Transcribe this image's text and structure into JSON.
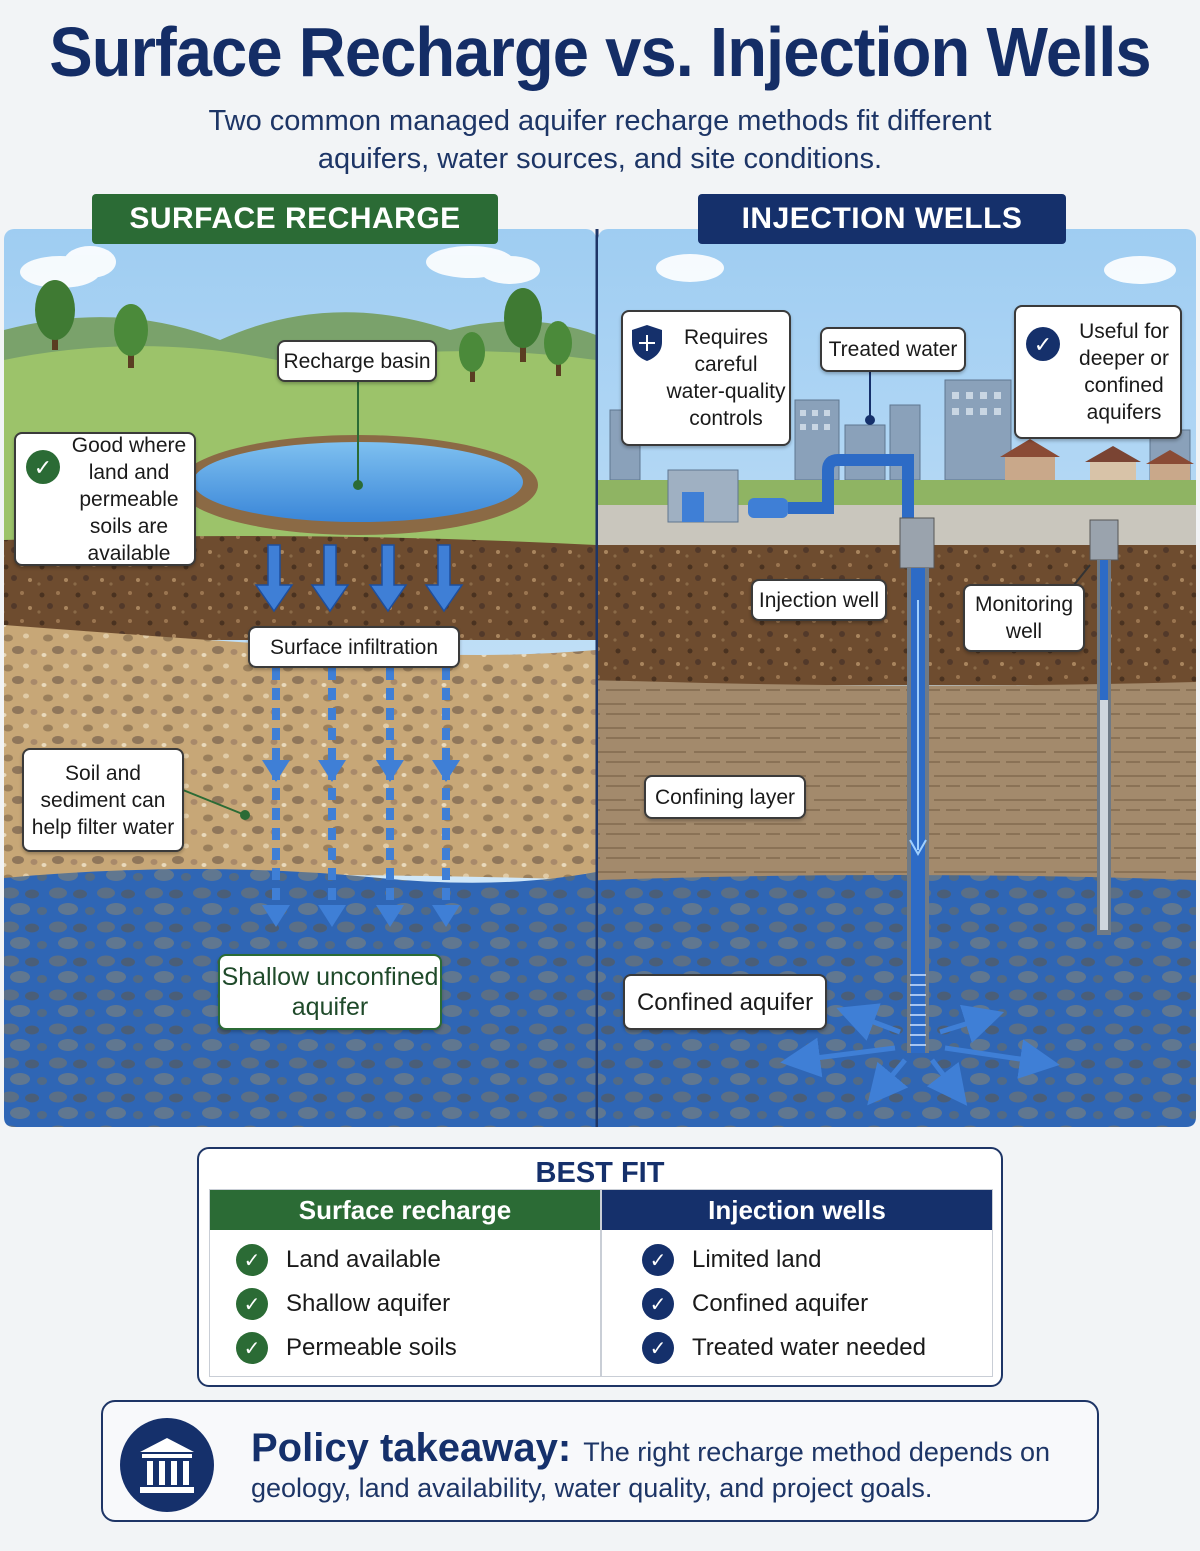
{
  "title": "Surface Recharge vs. Injection Wells",
  "subtitle": "Two common managed aquifer recharge methods fit different aquifers, water sources, and site conditions.",
  "surface": {
    "header": "SURFACE RECHARGE",
    "labels": {
      "recharge_basin": "Recharge basin",
      "good_where": "Good where land and permeable soils are available",
      "surface_infiltration": "Surface infiltration",
      "soil_filter": "Soil and sediment can help filter water",
      "shallow_aquifer": "Shallow unconfined aquifer"
    }
  },
  "injection": {
    "header": "INJECTION WELLS",
    "labels": {
      "requires_controls": "Requires careful water-quality controls",
      "treated_water": "Treated water",
      "useful_for": "Useful for deeper or confined aquifers",
      "injection_well": "Injection well",
      "monitoring_well": "Monitoring well",
      "confining_layer": "Confining layer",
      "confined_aquifer": "Confined aquifer"
    }
  },
  "best_fit": {
    "title": "BEST FIT",
    "surface": {
      "header": "Surface recharge",
      "items": [
        "Land available",
        "Shallow aquifer",
        "Permeable soils"
      ]
    },
    "injection": {
      "header": "Injection wells",
      "items": [
        "Limited land",
        "Confined aquifer",
        "Treated water needed"
      ]
    }
  },
  "policy": {
    "heading": "Policy takeaway:",
    "body": "The right recharge method depends on geology, land availability, water quality, and project goals."
  },
  "colors": {
    "green": "#2b6b35",
    "navy": "#15306b",
    "water": "#3f7fd6"
  },
  "icons": [
    "check-icon",
    "shield-icon",
    "building-icon",
    "arrow-down-icon"
  ]
}
